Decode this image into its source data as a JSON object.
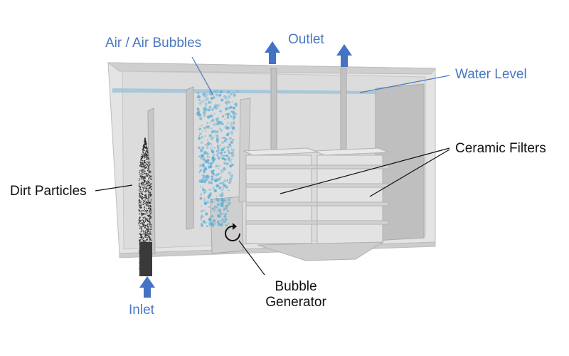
{
  "labels": {
    "air_bubbles": "Air / Air Bubbles",
    "outlet": "Outlet",
    "water_level": "Water Level",
    "ceramic_filters": "Ceramic Filters",
    "dirt_particles": "Dirt Particles",
    "bubble_generator_line1": "Bubble",
    "bubble_generator_line2": "Generator",
    "inlet": "Inlet"
  },
  "colors": {
    "label_blue": "#4a78c2",
    "label_black": "#111111",
    "arrow_blue": "#4472c4",
    "tank_fill": "#d9d9d9",
    "bubbles": "#5aaed6",
    "dirt": "#2b2b2b"
  }
}
